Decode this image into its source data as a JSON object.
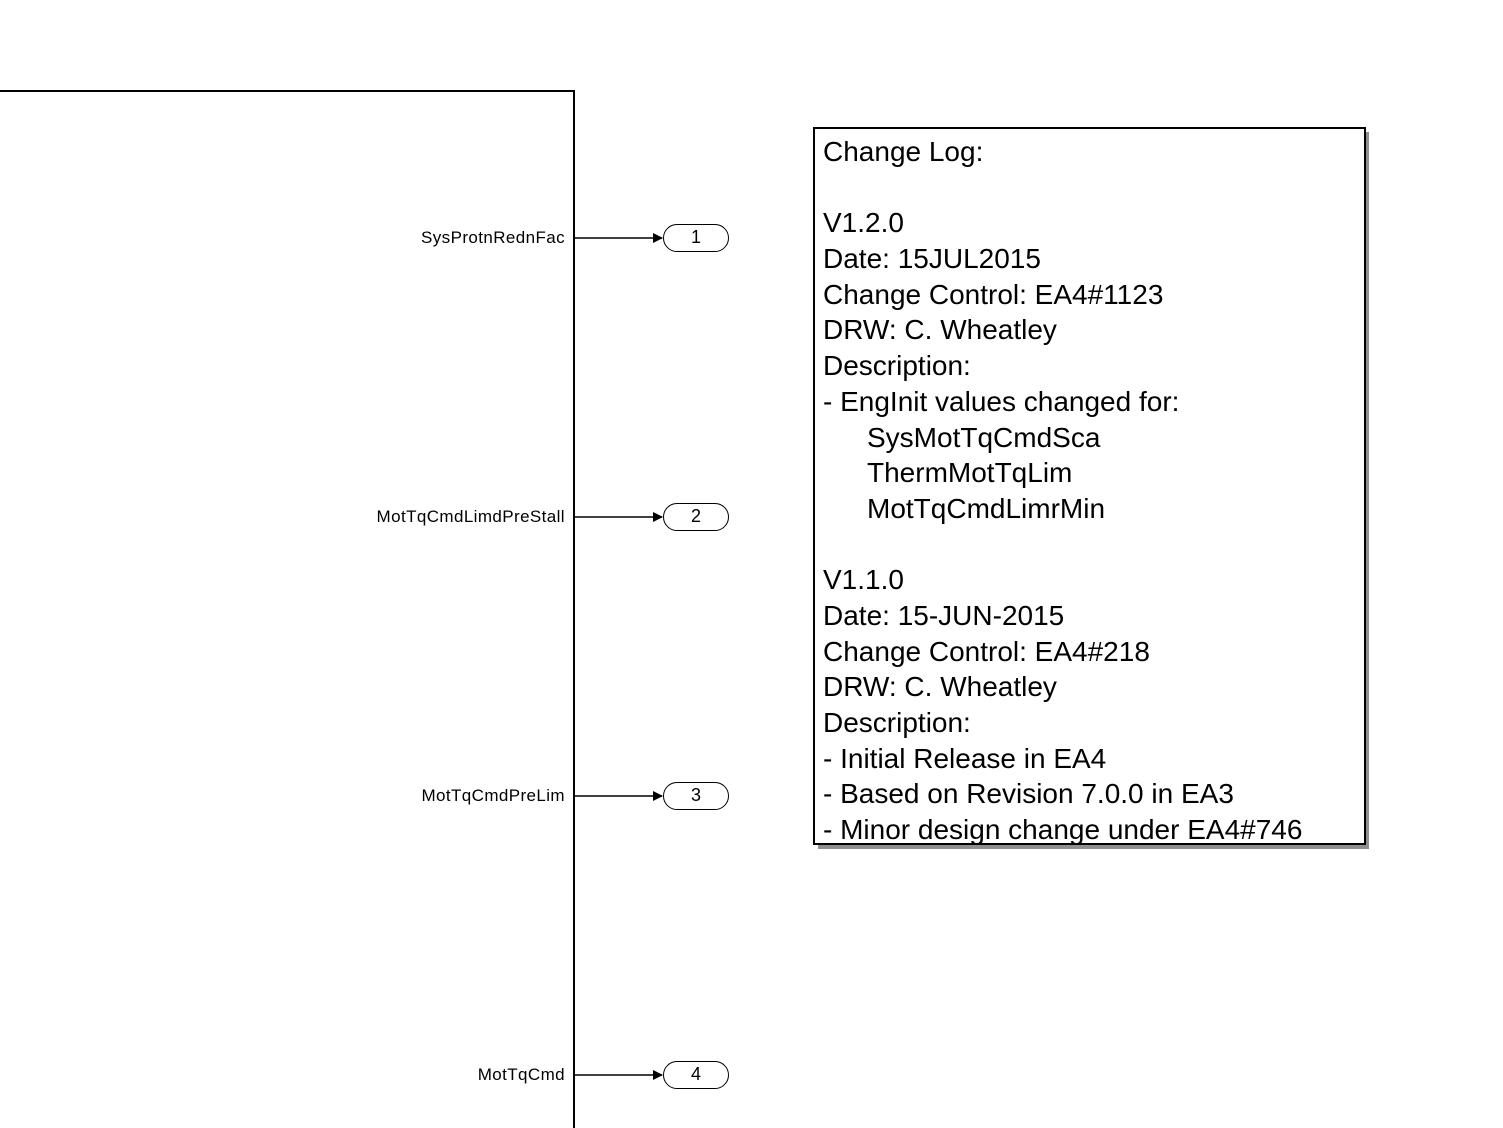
{
  "subsystem": {
    "output_signals": [
      {
        "signal": "SysProtnRednFac",
        "port": "1"
      },
      {
        "signal": "MotTqCmdLimdPreStall",
        "port": "2"
      },
      {
        "signal": "MotTqCmdPreLim",
        "port": "3"
      },
      {
        "signal": "MotTqCmd",
        "port": "4"
      }
    ]
  },
  "change_log": {
    "lines": [
      {
        "text": "Change Log:"
      },
      {
        "text": ""
      },
      {
        "text": "V1.2.0"
      },
      {
        "text": "Date: 15JUL2015"
      },
      {
        "text": "Change Control: EA4#1123"
      },
      {
        "text": "DRW: C. Wheatley"
      },
      {
        "text": "Description:"
      },
      {
        "text": "- EngInit values changed for:"
      },
      {
        "text": "SysMotTqCmdSca",
        "indent": true
      },
      {
        "text": "ThermMotTqLim",
        "indent": true
      },
      {
        "text": "MotTqCmdLimrMin",
        "indent": true
      },
      {
        "text": ""
      },
      {
        "text": "V1.1.0"
      },
      {
        "text": "Date: 15-JUN-2015"
      },
      {
        "text": "Change Control: EA4#218"
      },
      {
        "text": "DRW: C. Wheatley"
      },
      {
        "text": "Description:"
      },
      {
        "text": "- Initial Release in EA4"
      },
      {
        "text": "- Based on Revision 7.0.0 in EA3"
      },
      {
        "text": "- Minor design change under EA4#746"
      }
    ]
  }
}
